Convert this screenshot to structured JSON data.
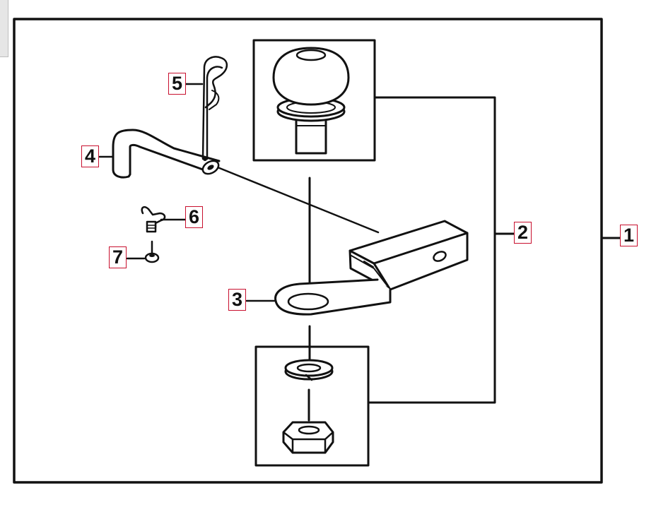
{
  "diagram": {
    "line_color": "#111111",
    "callout_border_color": "#c8102e",
    "callouts": [
      {
        "id": "callout-1",
        "label": "1"
      },
      {
        "id": "callout-2",
        "label": "2"
      },
      {
        "id": "callout-3",
        "label": "3"
      },
      {
        "id": "callout-4",
        "label": "4"
      },
      {
        "id": "callout-5",
        "label": "5"
      },
      {
        "id": "callout-6",
        "label": "6"
      },
      {
        "id": "callout-7",
        "label": "7"
      }
    ],
    "parts": [
      {
        "id": "hitch-ball-icon"
      },
      {
        "id": "tow-bar-icon"
      },
      {
        "id": "hitch-pin-icon"
      },
      {
        "id": "hair-pin-clip-icon"
      },
      {
        "id": "wing-bolt-icon"
      },
      {
        "id": "nut-icon"
      },
      {
        "id": "lock-washer-icon"
      },
      {
        "id": "hex-nut-icon"
      }
    ]
  }
}
